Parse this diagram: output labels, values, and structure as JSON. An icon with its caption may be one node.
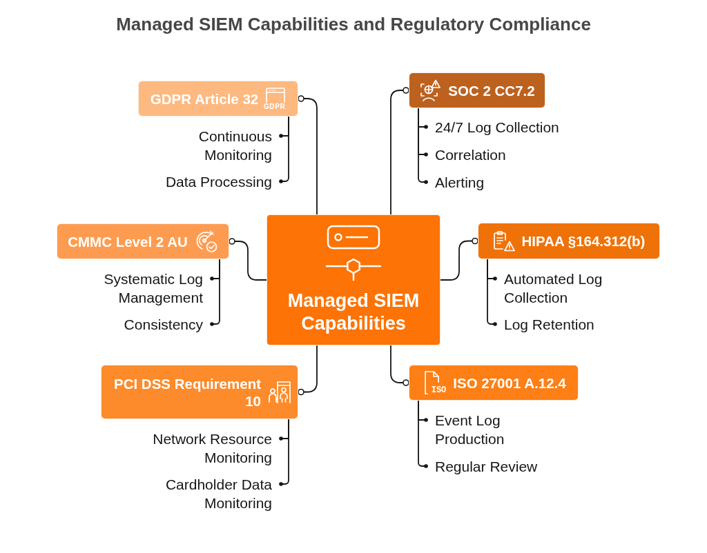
{
  "diagram": {
    "title": "Managed SIEM Capabilities and Regulatory Compliance",
    "nodes": [
      {
        "text": [
          "Managed SIEM Capabilities"
        ]
      },
      {
        "text": [
          "GDPR Article 32",
          "GDPR"
        ]
      },
      {
        "text": [
          "Continuous Monitoring"
        ]
      },
      {
        "text": [
          "Data Processing"
        ]
      },
      {
        "text": [
          "SOC 2 CC7.2"
        ]
      },
      {
        "text": [
          "24/7 Log Collection"
        ]
      },
      {
        "text": [
          "Correlation"
        ]
      },
      {
        "text": [
          "Alerting"
        ]
      },
      {
        "text": [
          "CMMC Level 2 AU"
        ]
      },
      {
        "text": [
          "Systematic Log Management"
        ]
      },
      {
        "text": [
          "Consistency"
        ]
      },
      {
        "text": [
          "HIPAA §164.312(b)"
        ]
      },
      {
        "text": [
          "Automated Log Collection"
        ]
      },
      {
        "text": [
          "Log Retention"
        ]
      },
      {
        "text": [
          "PCI DSS Requirement 10"
        ]
      },
      {
        "text": [
          "Network Resource Monitoring"
        ]
      },
      {
        "text": [
          "Cardholder Data Monitoring"
        ]
      },
      {
        "text": [
          "ISO 27001 A.12.4",
          "ISO"
        ]
      },
      {
        "text": [
          "Event Log Production"
        ]
      },
      {
        "text": [
          "Regular Review"
        ]
      }
    ],
    "edges": [
      {
        "from": 0,
        "to": 1,
        "arrow": "other"
      },
      {
        "from": 1,
        "to": 2,
        "arrow": "other"
      },
      {
        "from": 1,
        "to": 3,
        "arrow": "other"
      },
      {
        "from": 0,
        "to": 4,
        "arrow": "other"
      },
      {
        "from": 4,
        "to": 5,
        "arrow": "other"
      },
      {
        "from": 4,
        "to": 6,
        "arrow": "other"
      },
      {
        "from": 4,
        "to": 7,
        "arrow": "other"
      },
      {
        "from": 0,
        "to": 8,
        "arrow": "other"
      },
      {
        "from": 8,
        "to": 9,
        "arrow": "other"
      },
      {
        "from": 8,
        "to": 10,
        "arrow": "other"
      },
      {
        "from": 0,
        "to": 11,
        "arrow": "other"
      },
      {
        "from": 11,
        "to": 12,
        "arrow": "other"
      },
      {
        "from": 11,
        "to": 13,
        "arrow": "other"
      },
      {
        "from": 0,
        "to": 14,
        "arrow": "other"
      },
      {
        "from": 14,
        "to": 15,
        "arrow": "other"
      },
      {
        "from": 14,
        "to": 16,
        "arrow": "other"
      },
      {
        "from": 0,
        "to": 17,
        "arrow": "other"
      },
      {
        "from": 17,
        "to": 18,
        "arrow": "other"
      },
      {
        "from": 17,
        "to": 19,
        "arrow": "other"
      }
    ]
  }
}
